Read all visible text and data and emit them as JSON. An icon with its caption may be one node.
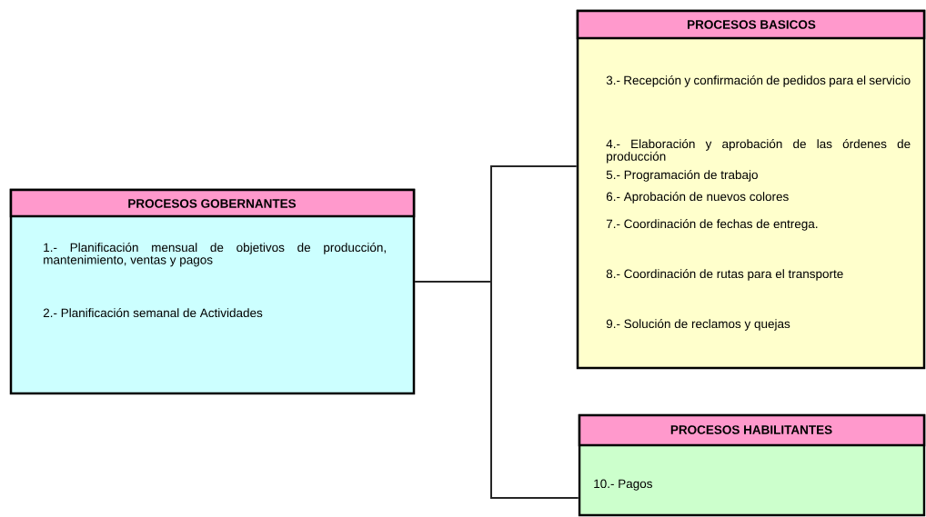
{
  "diagram": {
    "nodes": [
      {
        "text": [
          "PROCESOS GOBERNANTES",
          "1.- Planificación mensual de objetivos de producción, mantenimiento, ventas y pagos",
          "2.- Planificación semanal de Actividades"
        ]
      },
      {
        "text": [
          "PROCESOS BASICOS",
          "3.- Recepción y confirmación de pedidos para el servicio",
          "4.- Elaboración y aprobación de las órdenes de producción",
          "5.- Programación de trabajo",
          "6.- Aprobación de nuevos colores",
          "7.- Coordinación de fechas de entrega.",
          "8.- Coordinación de rutas para el transporte",
          "9.- Solución de reclamos y quejas"
        ]
      },
      {
        "text": [
          "PROCESOS HABILITANTES",
          "10.- Pagos"
        ]
      }
    ],
    "edges": [
      {
        "from": 0,
        "to": 1,
        "arrow": "none"
      },
      {
        "from": 0,
        "to": 2,
        "arrow": "none"
      }
    ]
  }
}
